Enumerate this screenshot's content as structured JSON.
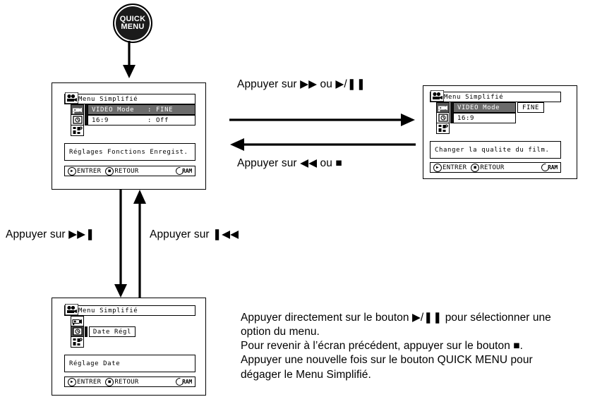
{
  "document": {
    "type": "camcorder-manual-flow-diagram",
    "language": "fr"
  },
  "quick_menu_button": {
    "name": "quick-menu-button",
    "line1": "QUICK",
    "line2": "MENU"
  },
  "flow_labels": {
    "to_right": "Appuyer sur ▶▶ ou ▶/❚❚",
    "to_left": "Appuyer sur ◀◀ ou ■",
    "down_left": "Appuyer sur ▶▶❚",
    "up_right": "Appuyer sur ❚◀◀"
  },
  "screens": {
    "main_menu": {
      "title": "Menu Simplifié",
      "icons": [
        "video-camera-icon",
        "clock-icon",
        "settings-icon"
      ],
      "selected_icon_index": 0,
      "rows": [
        {
          "label": "VIDEO Mode",
          "value": ": FINE",
          "selected": true
        },
        {
          "label": "16:9",
          "value": ": Off",
          "selected": false
        }
      ],
      "help_text": "Réglages Fonctions Enregist.",
      "guide": {
        "enter": "ENTRER",
        "back": "RETOUR",
        "media": "RAM"
      }
    },
    "video_mode_select": {
      "title": "Menu Simplifié",
      "icons": [
        "video-camera-icon",
        "clock-icon",
        "settings-icon"
      ],
      "selected_icon_index": 0,
      "rows": [
        {
          "label": "VIDEO Mode",
          "value": "FINE",
          "selected": true
        },
        {
          "label": "16:9",
          "value": "",
          "selected": false
        }
      ],
      "help_text": "Changer la qualite du film.",
      "guide": {
        "enter": "ENTRER",
        "back": "RETOUR",
        "media": "RAM"
      }
    },
    "date_menu": {
      "title": "Menu Simplifié",
      "icons": [
        "video-camera-icon",
        "clock-icon",
        "settings-icon"
      ],
      "selected_icon_index": 1,
      "rows": [
        {
          "label": "Date Régl",
          "value": "",
          "selected": false
        }
      ],
      "help_text": "Réglage Date",
      "guide": {
        "enter": "ENTRER",
        "back": "RETOUR",
        "media": "RAM"
      }
    }
  },
  "note": {
    "line1": "Appuyer directement sur le bouton ▶/❚❚ pour sélectionner une",
    "line2": "option du menu.",
    "line3": "Pour revenir à l’écran précédent, appuyer sur le bouton ■.",
    "line4": "Appuyer une nouvelle fois sur le bouton QUICK MENU pour",
    "line5": "dégager le Menu Simplifié."
  },
  "colors": {
    "ink": "#000000",
    "paper": "#ffffff",
    "selected_row": "#6b6b6b",
    "selected_icon": "#555555"
  }
}
